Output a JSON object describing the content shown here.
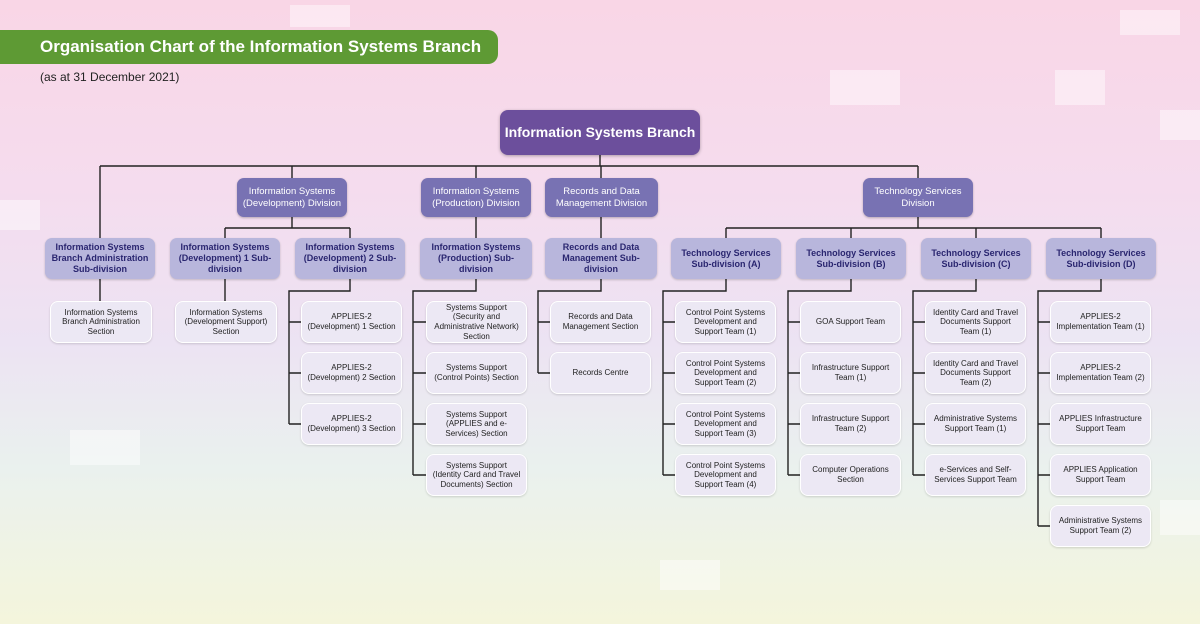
{
  "title": "Organisation Chart of the Information Systems Branch",
  "date": "(as at 31 December 2021)",
  "root": "Information Systems Branch",
  "divisions": {
    "dev": "Information Systems (Development) Division",
    "prod": "Information Systems (Production) Division",
    "rdm": "Records and Data Management Division",
    "tech": "Technology Services Division"
  },
  "subdivisions": {
    "admin": "Information Systems Branch Administration Sub-division",
    "dev1": "Information Systems (Development) 1 Sub-division",
    "dev2": "Information Systems (Development) 2 Sub-division",
    "prod": "Information Systems (Production) Sub-division",
    "rdm": "Records and Data Management Sub-division",
    "tsa": "Technology Services Sub-division (A)",
    "tsb": "Technology Services Sub-division (B)",
    "tsc": "Technology Services Sub-division (C)",
    "tsd": "Technology Services Sub-division (D)"
  },
  "sections": {
    "admin": [
      "Information Systems Branch Administration Section"
    ],
    "dev1": [
      "Information Systems (Development Support) Section"
    ],
    "dev2": [
      "APPLIES-2 (Development) 1 Section",
      "APPLIES-2 (Development) 2 Section",
      "APPLIES-2 (Development) 3 Section"
    ],
    "prod": [
      "Systems Support (Security and Administrative Network) Section",
      "Systems Support (Control Points) Section",
      "Systems Support (APPLIES and e-Services) Section",
      "Systems Support (Identity Card and Travel Documents) Section"
    ],
    "rdm": [
      "Records and Data Management Section",
      "Records Centre"
    ],
    "tsa": [
      "Control Point Systems Development and Support Team (1)",
      "Control Point Systems Development and Support Team (2)",
      "Control Point Systems Development and Support Team (3)",
      "Control Point Systems Development and Support Team (4)"
    ],
    "tsb": [
      "GOA Support Team",
      "Infrastructure Support Team (1)",
      "Infrastructure Support Team (2)",
      "Computer Operations Section"
    ],
    "tsc": [
      "Identity Card and Travel Documents Support Team (1)",
      "Identity Card and Travel Documents Support Team (2)",
      "Administrative Systems Support Team (1)",
      "e-Services and Self-Services Support Team"
    ],
    "tsd": [
      "APPLIES-2 Implementation Team (1)",
      "APPLIES-2 Implementation Team (2)",
      "APPLIES Infrastructure Support Team",
      "APPLIES Application Support Team",
      "Administrative Systems Support Team (2)"
    ]
  }
}
